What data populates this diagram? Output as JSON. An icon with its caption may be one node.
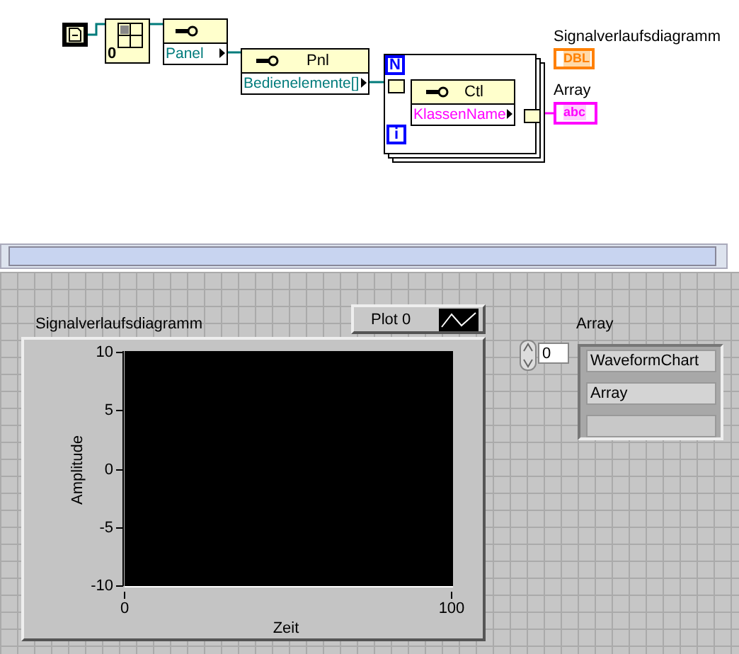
{
  "diagram": {
    "nodes": [
      {
        "text": [],
        "shape": "picture"
      },
      {
        "text": [
          "0"
        ]
      },
      {
        "text": [
          "Panel"
        ]
      },
      {
        "text": [
          "Pnl",
          "Bedienelemente[]"
        ]
      },
      {
        "text": [
          "N",
          "i"
        ]
      },
      {
        "text": [
          "Ctl",
          "KlassenName"
        ],
        "in": 4
      },
      {
        "text": [
          "DBL"
        ],
        "beside": [
          "Signalverlaufsdiagramm"
        ]
      },
      {
        "text": [
          "abc"
        ],
        "beside": [
          "Array"
        ]
      }
    ],
    "edges": [
      {
        "from": 0,
        "to": 1,
        "arrow": "none"
      },
      {
        "from": 1,
        "to": 2,
        "arrow": "none"
      },
      {
        "from": 2,
        "to": 3,
        "arrow": "none"
      },
      {
        "from": 3,
        "to": 5,
        "arrow": "none"
      },
      {
        "from": 5,
        "to": 7,
        "arrow": "none",
        "color": "#ff00ff"
      }
    ],
    "labels": [
      "Signalverlaufsdiagramm",
      "Array",
      "0",
      "WaveformChart",
      "Array",
      "10",
      "5",
      "Amplitude",
      "0",
      "-5",
      "-10",
      "0",
      "100",
      "Zeit"
    ],
    "legend": [
      {
        "text": "Plot 0"
      }
    ]
  }
}
